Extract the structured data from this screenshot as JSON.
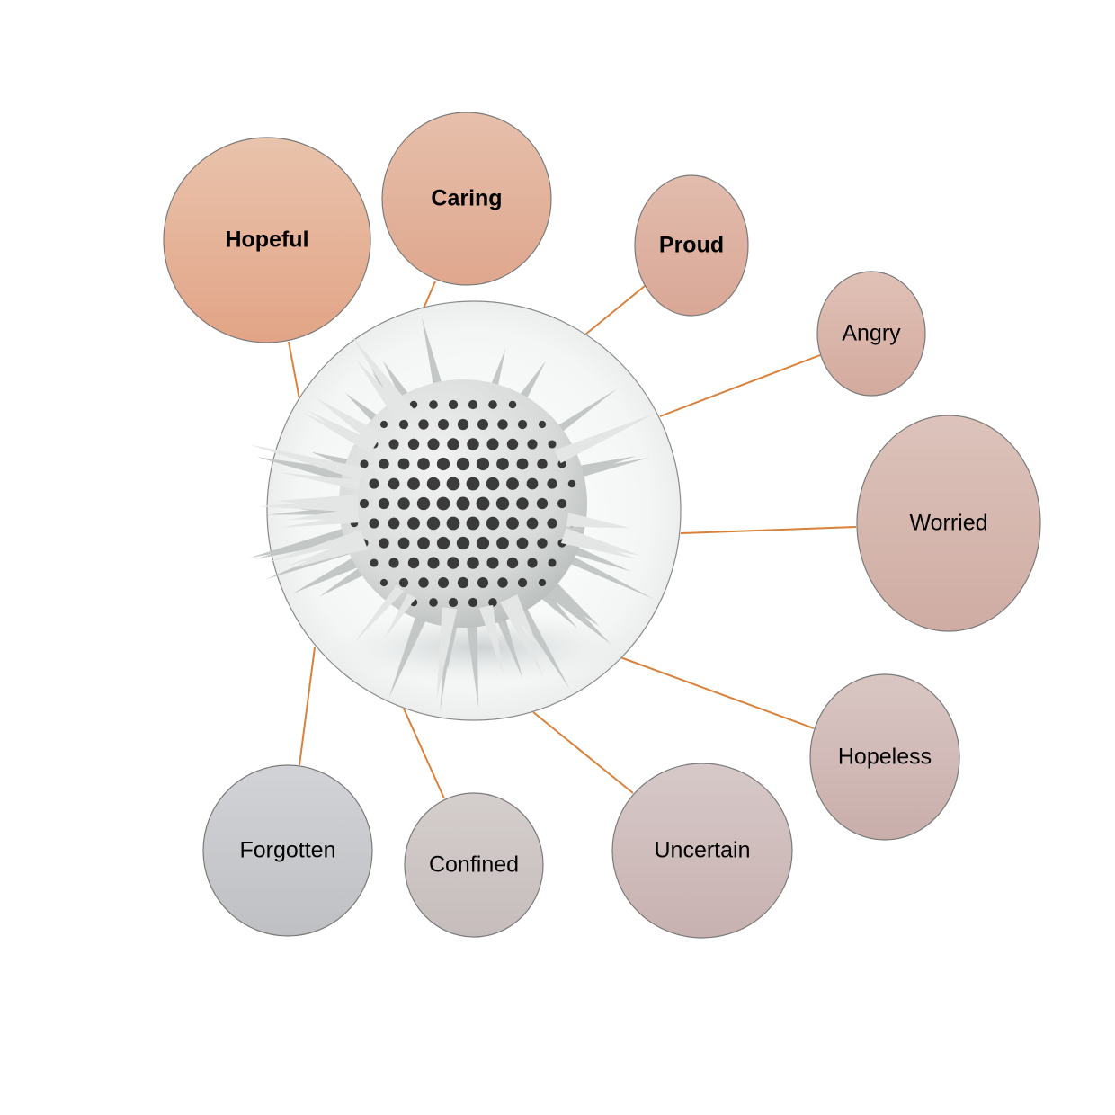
{
  "diagram": {
    "center": {
      "icon": "virus-icon"
    },
    "connector_color": "#d9813a",
    "nodes": [
      {
        "label": "Hopeful",
        "bold": true,
        "top": "#e9c3ac",
        "bottom": "#e2a486"
      },
      {
        "label": "Caring",
        "bold": true,
        "top": "#e6bfab",
        "bottom": "#dfa78e"
      },
      {
        "label": "Proud",
        "bold": true,
        "top": "#e2bcad",
        "bottom": "#d9a796"
      },
      {
        "label": "Angry",
        "bold": false,
        "top": "#e0c1b6",
        "bottom": "#d4aa9e"
      },
      {
        "label": "Worried",
        "bold": false,
        "top": "#dcc3bb",
        "bottom": "#cfaca3"
      },
      {
        "label": "Hopeless",
        "bold": false,
        "top": "#d9c6c3",
        "bottom": "#c9aeab"
      },
      {
        "label": "Uncertain",
        "bold": false,
        "top": "#d6c9c8",
        "bottom": "#c8b1b0"
      },
      {
        "label": "Confined",
        "bold": false,
        "top": "#d4cecd",
        "bottom": "#c6bdbc"
      },
      {
        "label": "Forgotten",
        "bold": false,
        "top": "#d2d3d6",
        "bottom": "#bfc0c3"
      }
    ]
  }
}
